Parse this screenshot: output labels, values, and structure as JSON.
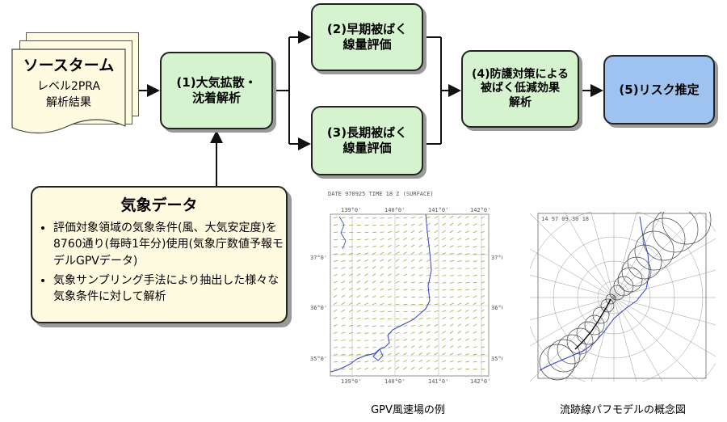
{
  "source_term": {
    "title": "ソースターム",
    "line1": "レベル2PRA",
    "line2": "解析結果"
  },
  "steps": {
    "s1": {
      "line1": "(1)大気拡散・",
      "line2": "沈着解析"
    },
    "s2": {
      "line1": "(2)早期被ばく",
      "line2": "線量評価"
    },
    "s3": {
      "line1": "(3)長期被ばく",
      "line2": "線量評価"
    },
    "s4": {
      "line1": "(4)防護対策による",
      "line2": "被ばく低減効果",
      "line3": "解析"
    },
    "s5": {
      "line1": "(5)リスク推定"
    }
  },
  "meteorology": {
    "title": "気象データ",
    "bullets": [
      "評価対象領域の気象条件(風、大気安定度)を8760通り(毎時1年分)使用(気象庁数値予報モデルGPVデータ)",
      "気象サンプリング手法により抽出した様々な気象条件に対して解析"
    ]
  },
  "gpv_map": {
    "header": "DATE 970925  TIME 18 Z    (SURFACE)",
    "lon_labels": [
      "139°0'",
      "140°0'",
      "141°0'",
      "142°0'"
    ],
    "lat_labels_left": [
      "37°0'",
      "36°0'",
      "35°0'"
    ],
    "lat_labels_right": [
      "37°0'",
      "36°0'",
      "35°0'"
    ],
    "caption": "GPV風速場の例"
  },
  "puff_map": {
    "header_left": "14 97 09 30 18",
    "caption": "流跡線パフモデルの概念図"
  },
  "colors": {
    "step_green": "#d6f3cf",
    "step_blue": "#9fc3f0",
    "note_yellow": "#fffbe0",
    "wind_arrow": "#9a9a2a",
    "coastline": "#2c3fd0"
  }
}
